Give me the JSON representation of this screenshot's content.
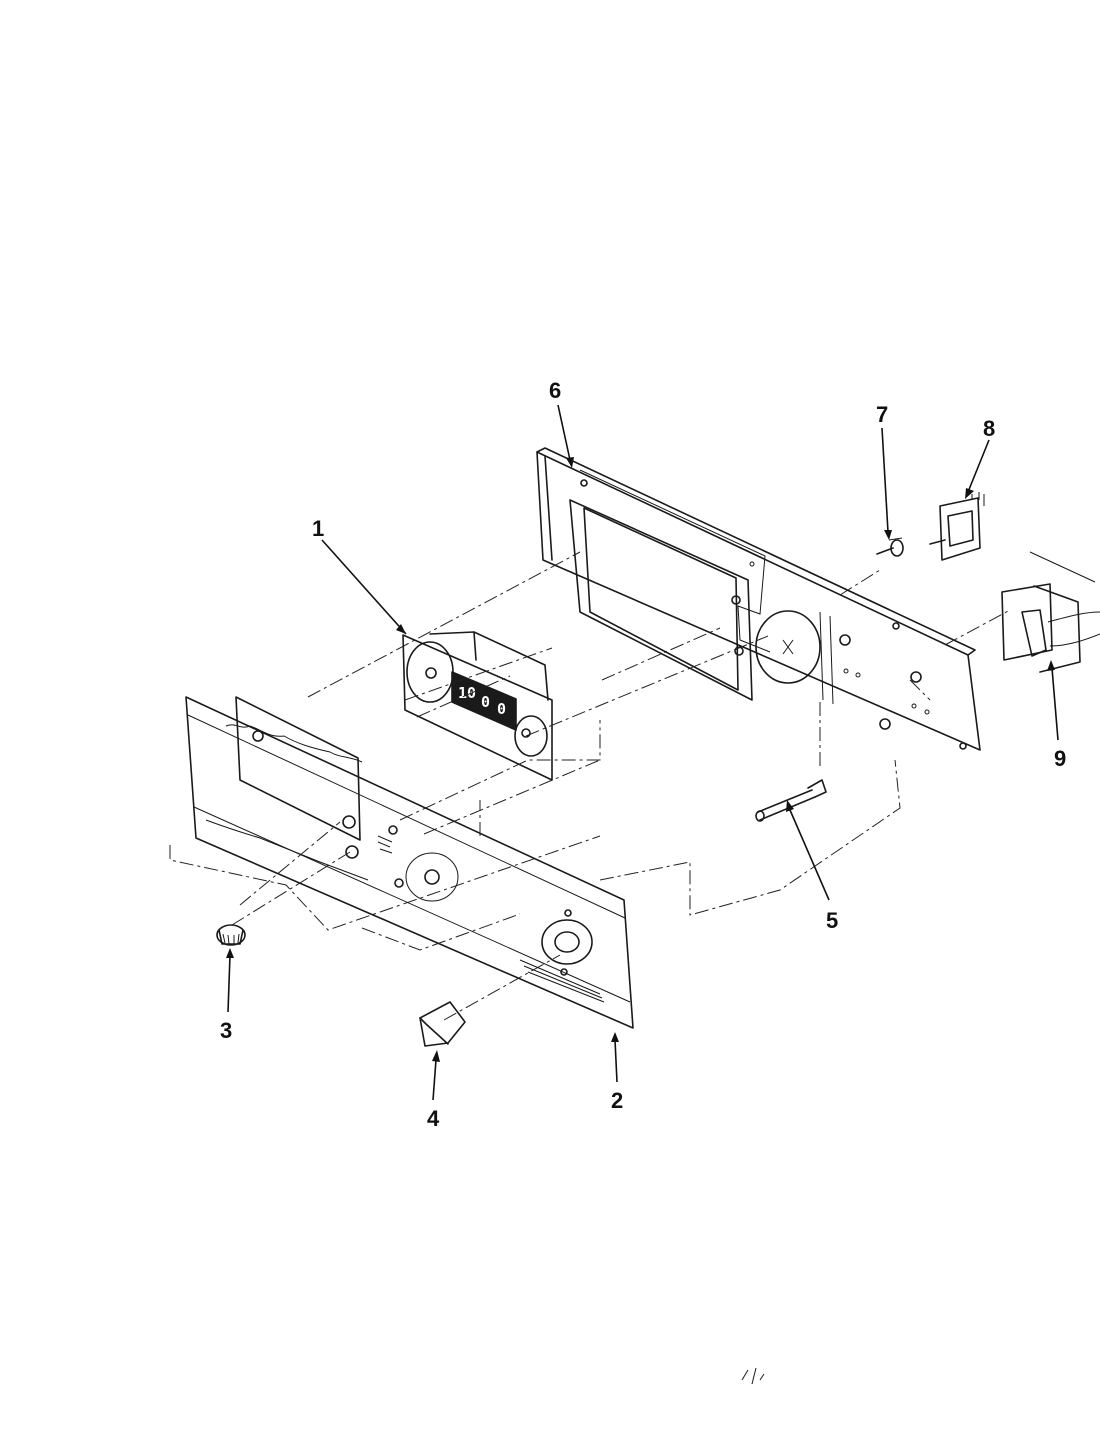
{
  "callouts": [
    "1",
    "2",
    "3",
    "4",
    "5",
    "6",
    "7",
    "8",
    "9"
  ],
  "clock_display": [
    "10",
    "0",
    "0"
  ],
  "colors": {
    "ink": "#1a1a1a",
    "background": "#ffffff"
  }
}
